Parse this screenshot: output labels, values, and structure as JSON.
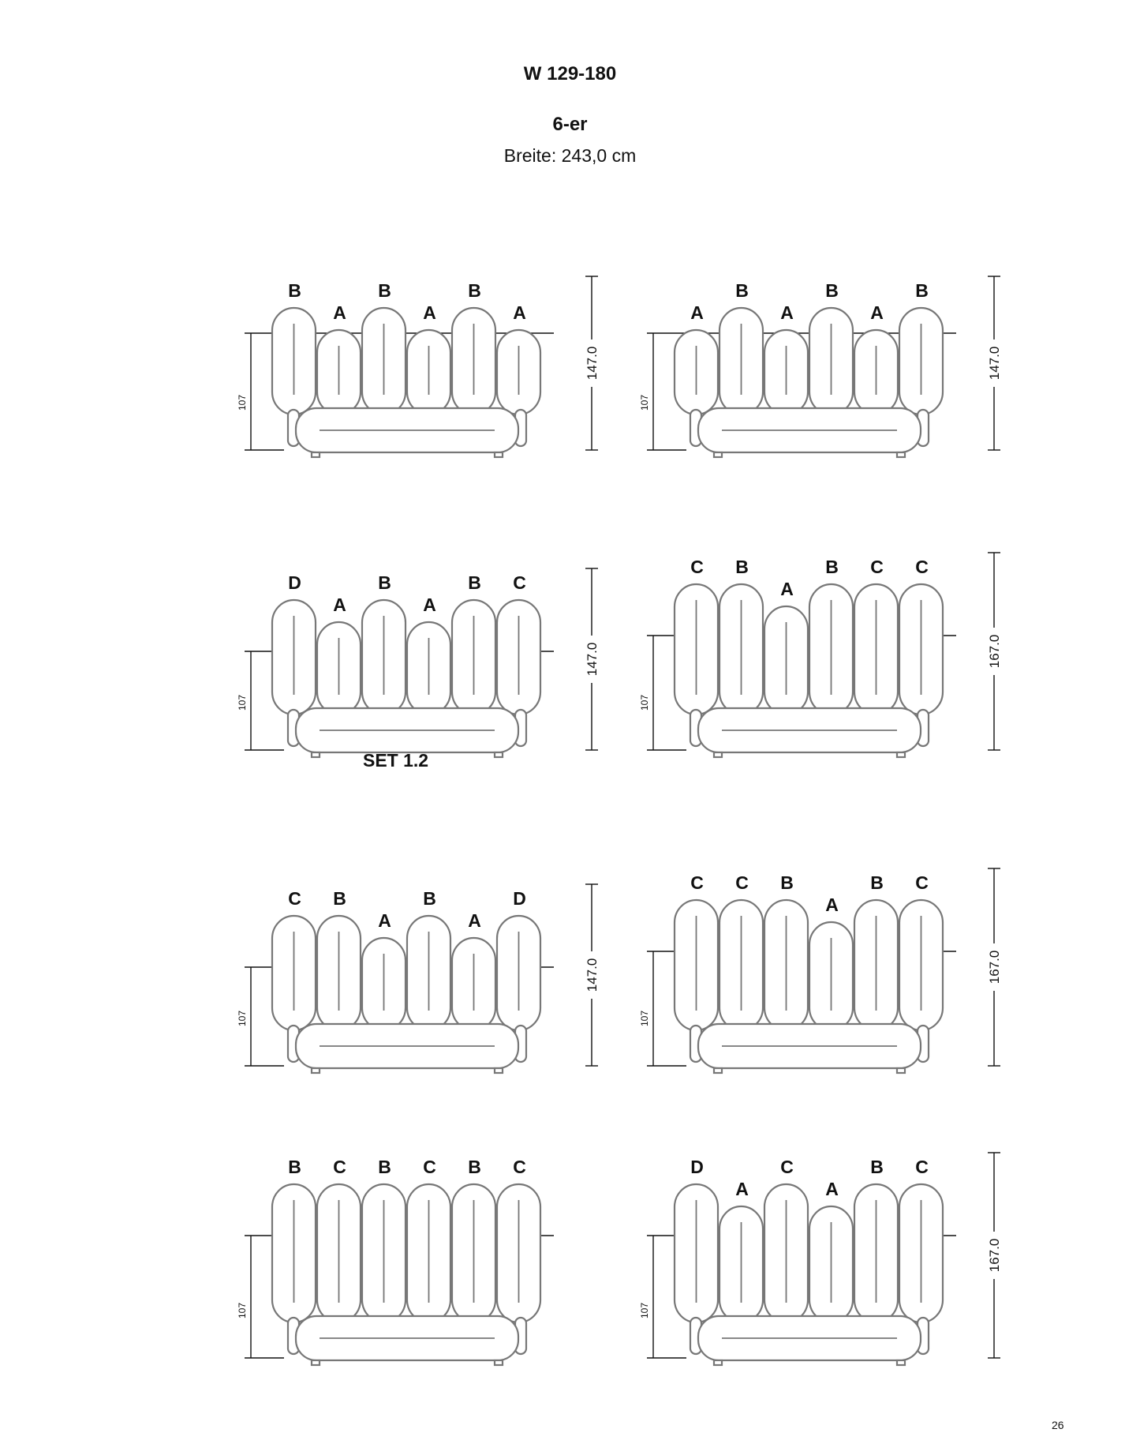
{
  "header": {
    "title": "W 129-180",
    "subtitle": "6-er",
    "width_label": "Breite: 243,0 cm"
  },
  "set_label": "SET 1.2",
  "page_number": "26",
  "seat_height_label": "107",
  "configurations": [
    {
      "labels": [
        "B",
        "A",
        "B",
        "A",
        "B",
        "A"
      ],
      "total_height": "147.0"
    },
    {
      "labels": [
        "A",
        "B",
        "A",
        "B",
        "A",
        "B"
      ],
      "total_height": "147.0"
    },
    {
      "labels": [
        "D",
        "A",
        "B",
        "A",
        "B",
        "C"
      ],
      "total_height": "147.0"
    },
    {
      "labels": [
        "C",
        "B",
        "A",
        "B",
        "C",
        "C"
      ],
      "total_height": "167.0"
    },
    {
      "labels": [
        "C",
        "B",
        "A",
        "B",
        "A",
        "D"
      ],
      "total_height": "147.0"
    },
    {
      "labels": [
        "C",
        "C",
        "B",
        "A",
        "B",
        "C"
      ],
      "total_height": "167.0"
    },
    {
      "labels": [
        "B",
        "C",
        "B",
        "C",
        "B",
        "C"
      ],
      "total_height": ""
    },
    {
      "labels": [
        "D",
        "A",
        "C",
        "A",
        "B",
        "C"
      ],
      "total_height": "167.0"
    }
  ],
  "colors": {
    "outline": "#777777",
    "text": "#111111",
    "background": "#ffffff"
  }
}
